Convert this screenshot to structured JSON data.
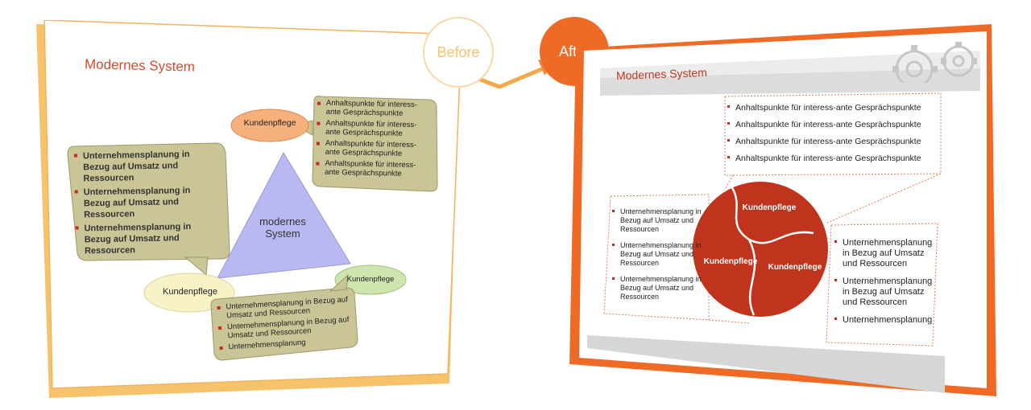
{
  "badges": {
    "before": "Before",
    "after": "After"
  },
  "before": {
    "title": "Modernes System",
    "center_label": "modernes System",
    "node_top": "Kundenpflege",
    "node_left": "Kundenpflege",
    "node_right": "Kundenpflege",
    "callout_top_right": [
      "Anhaltspunkte für interess-ante Gesprächspunkte",
      "Anhaltspunkte für interess-ante Gesprächspunkte",
      "Anhaltspunkte für interess-ante Gesprächspunkte",
      "Anhaltspunkte für interess-ante Gesprächspunkte"
    ],
    "callout_left": [
      "Unternehmensplanung in Bezug auf Umsatz und Ressourcen",
      "Unternehmensplanung in Bezug auf Umsatz und Ressourcen",
      "Unternehmensplanung in Bezug auf Umsatz und Ressourcen"
    ],
    "callout_bottom": [
      "Unternehmensplanung in Bezug auf Umsatz und Ressourcen",
      "Unternehmensplanung in Bezug auf Umsatz und Ressourcen",
      "Unternehmensplanung"
    ]
  },
  "after": {
    "title": "Modernes System",
    "segment_top": "Kundenpflege",
    "segment_left": "Kundenpflege",
    "segment_right": "Kundenpflege",
    "list_top": [
      "Anhaltspunkte für interess-ante Gesprächspunkte",
      "Anhaltspunkte für interess-ante Gesprächspunkte",
      "Anhaltspunkte für interess-ante Gesprächspunkte",
      "Anhaltspunkte für interess-ante Gesprächspunkte"
    ],
    "list_left": [
      "Unternehmensplanung in Bezug auf Umsatz und Ressourcen",
      "Unternehmensplanung in Bezug auf Umsatz und Ressourcen",
      "Unternehmensplanung in Bezug auf Umsatz und Ressourcen"
    ],
    "list_right": [
      "Unternehmensplanung in Bezug auf Umsatz und Ressourcen",
      "Unternehmensplanung in Bezug auf Umsatz und Ressourcen",
      "Unternehmensplanung"
    ]
  },
  "colors": {
    "before_frame": "#f7b955",
    "after_frame": "#ef6a24",
    "accent_red": "#c0341d",
    "callout_fill": "#c9c596",
    "triangle_fill": "#b9b8f0",
    "node_top_fill": "#f6b07c",
    "node_left_fill": "#f7f3c6",
    "node_right_fill": "#cfe5b0"
  },
  "icons": {
    "decor": "gear-icon"
  }
}
